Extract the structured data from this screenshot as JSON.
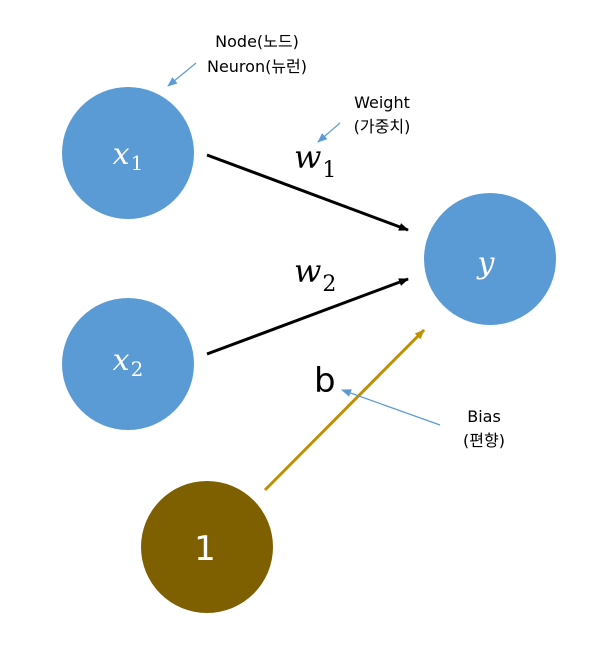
{
  "colors": {
    "input_node": "#5b9bd5",
    "output_node": "#5b9bd5",
    "bias_node": "#7f6000",
    "bias_arrow": "#bf9000",
    "weight_arrow": "#000000",
    "annotation_arrow": "#5b9bd5"
  },
  "nodes": {
    "x1": {
      "base": "x",
      "sub": "1"
    },
    "x2": {
      "base": "x",
      "sub": "2"
    },
    "y": {
      "label": "y"
    },
    "bias": {
      "label": "1"
    }
  },
  "weights": {
    "w1": {
      "base": "w",
      "sub": "1"
    },
    "w2": {
      "base": "w",
      "sub": "2"
    }
  },
  "bias_label": "b",
  "annotations": {
    "node": {
      "line1": "Node(노드)",
      "line2": "Neuron(뉴런)"
    },
    "weight": {
      "line1": "Weight",
      "line2": "(가중치)"
    },
    "bias": {
      "line1": "Bias",
      "line2": "(편향)"
    }
  }
}
